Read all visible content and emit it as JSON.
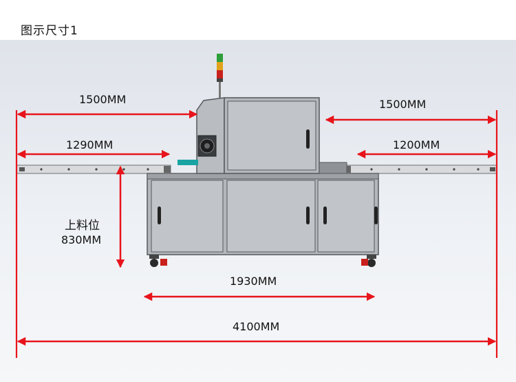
{
  "title": "图示尺寸1",
  "dimensions": {
    "top_left": "1500MM",
    "top_right": "1500MM",
    "conveyor_left": "1290MM",
    "conveyor_right": "1200MM",
    "loading_position_label": "上料位",
    "loading_height": "830MM",
    "machine_width": "1930MM",
    "total_length": "4100MM"
  },
  "colors": {
    "dimension_line": "#e8141b",
    "machine_body": "#b4b7bb",
    "background_top": "#dfe3ea",
    "background_bottom": "#f6f7f9"
  }
}
